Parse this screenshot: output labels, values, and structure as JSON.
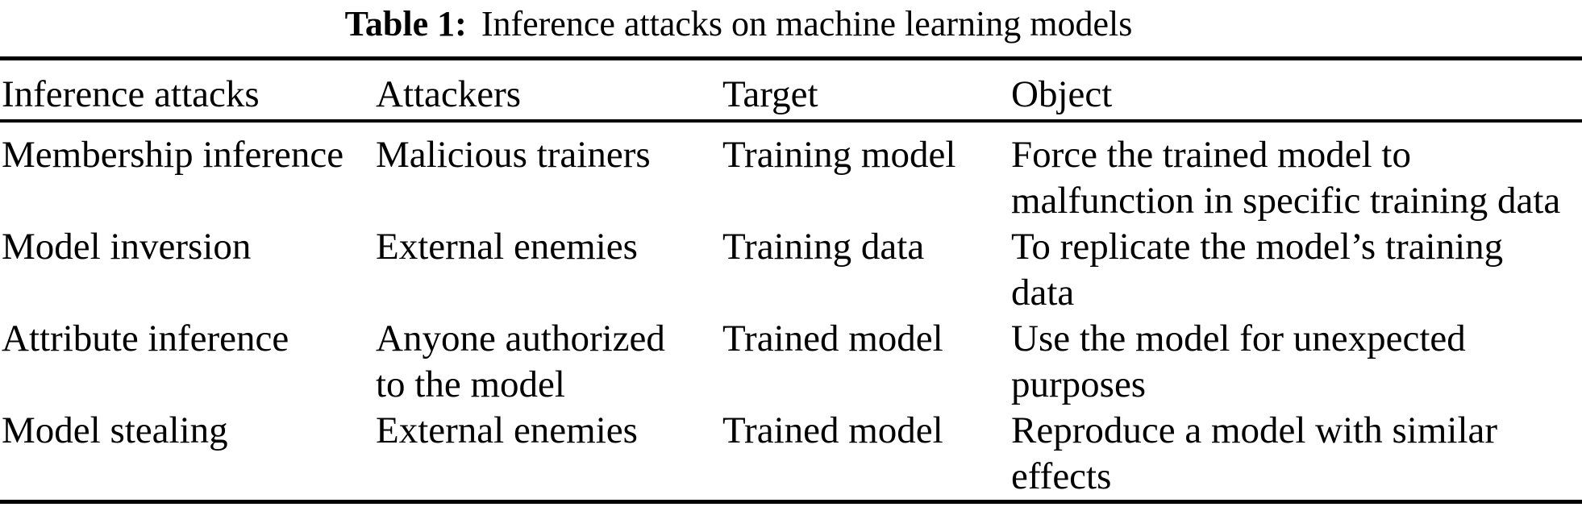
{
  "caption": {
    "label": "Table 1:",
    "text": "Inference attacks on machine learning models"
  },
  "table": {
    "columns": [
      "Inference attacks",
      "Attackers",
      "Target",
      "Object"
    ],
    "rows": [
      {
        "cells": [
          [
            "Membership inference"
          ],
          [
            "Malicious trainers"
          ],
          [
            "Training model"
          ],
          [
            "Force the trained model to",
            "malfunction in specific training data"
          ]
        ]
      },
      {
        "cells": [
          [
            "Model inversion"
          ],
          [
            "External enemies"
          ],
          [
            "Training data"
          ],
          [
            "To replicate the model’s training",
            "data"
          ]
        ]
      },
      {
        "cells": [
          [
            "Attribute inference"
          ],
          [
            "Anyone authorized",
            "to the model"
          ],
          [
            "Trained model"
          ],
          [
            "Use the model for unexpected",
            "purposes"
          ]
        ]
      },
      {
        "cells": [
          [
            "Model stealing"
          ],
          [
            "External enemies"
          ],
          [
            "Trained model"
          ],
          [
            "Reproduce a model with similar",
            "effects"
          ]
        ]
      }
    ]
  },
  "colors": {
    "background": "#ffffff",
    "text": "#000000",
    "rule": "#000000"
  }
}
